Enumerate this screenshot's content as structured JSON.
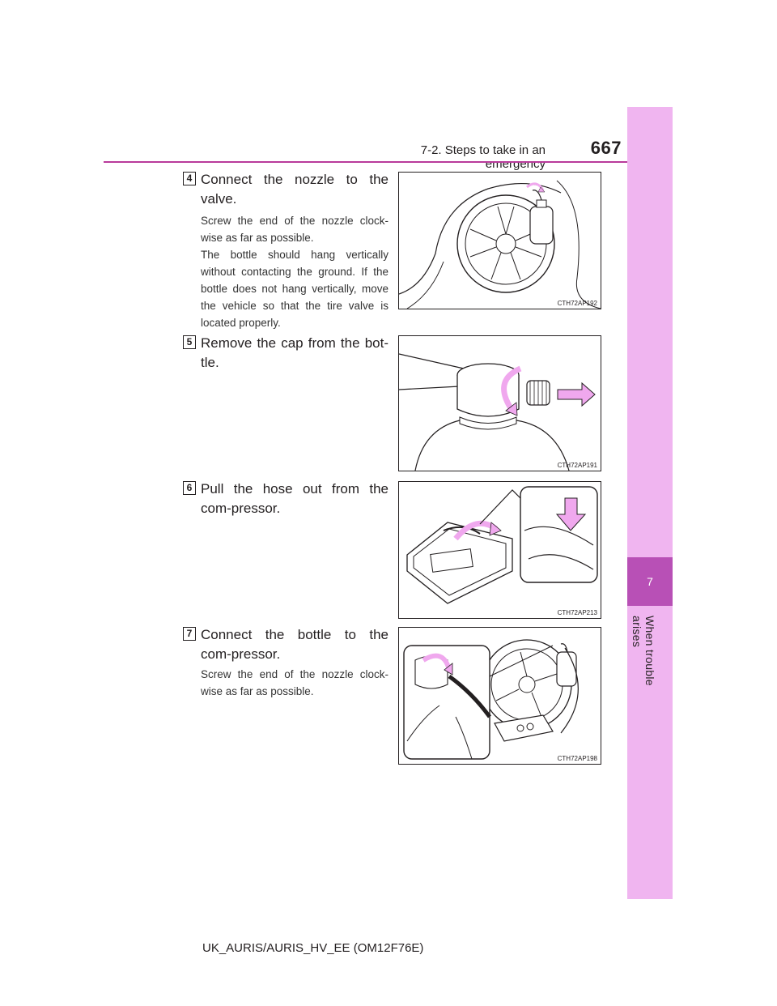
{
  "header": {
    "section": "7-2. Steps to take in an emergency",
    "page_number": "667"
  },
  "side_tab": {
    "chapter": "7",
    "label": "When trouble arises"
  },
  "steps": [
    {
      "number": "4",
      "title": "Connect the nozzle to the valve.",
      "paragraphs": [
        "Screw the end of the nozzle clock-wise as far as possible.",
        "The bottle should hang vertically without contacting the ground. If the bottle does not hang vertically, move the vehicle so that the tire valve is located properly."
      ],
      "figure_code": "CTH72AP192"
    },
    {
      "number": "5",
      "title": "Remove the cap from the bot-tle.",
      "paragraphs": [],
      "figure_code": "CTH72AP191"
    },
    {
      "number": "6",
      "title": "Pull the hose out from the com-pressor.",
      "paragraphs": [],
      "figure_code": "CTH72AP213"
    },
    {
      "number": "7",
      "title": "Connect the bottle to the com-pressor.",
      "paragraphs": [
        "Screw the end of the nozzle clock-wise as far as possible."
      ],
      "figure_code": "CTH72AP198"
    }
  ],
  "footer": {
    "model": "UK_AURIS/AURIS_HV_EE (OM12F76E)"
  },
  "colors": {
    "accent": "#b93a9b",
    "tab": "#f0b5f0",
    "tab_active": "#b850b6",
    "arrow_fill": "#f0a8ee"
  }
}
